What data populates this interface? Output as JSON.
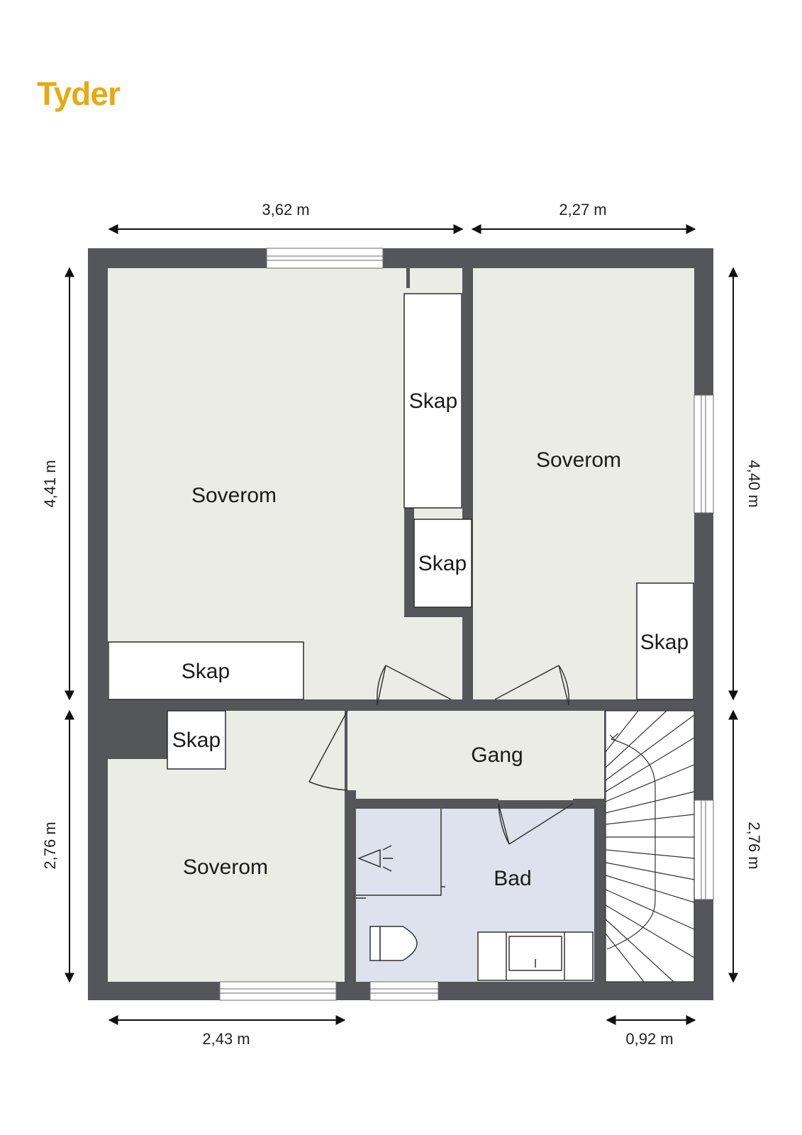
{
  "brand": {
    "logo_text": "Tyder",
    "logo_color": "#e8a912"
  },
  "colors": {
    "wall": "#55565a",
    "room_floor": "#ebece6",
    "bath_floor": "#dde2ec",
    "furniture": "#ffffff",
    "line": "#2b2b2b",
    "window": "#ffffff"
  },
  "rooms": {
    "bedroom_top_left": "Soverom",
    "bedroom_top_right": "Soverom",
    "bedroom_bottom_left": "Soverom",
    "hallway": "Gang",
    "bathroom": "Bad"
  },
  "closets": {
    "tall_center": "Skap",
    "small_center": "Skap",
    "right_room": "Skap",
    "left_bottom_wide": "Skap",
    "lower_left": "Skap"
  },
  "dimensions": {
    "top_left": "3,62 m",
    "top_right": "2,27 m",
    "left_upper": "4,41 m",
    "left_lower": "2,76 m",
    "right_upper": "4,40 m",
    "right_lower": "2,76 m",
    "bottom_left": "2,43 m",
    "bottom_right": "0,92 m"
  }
}
